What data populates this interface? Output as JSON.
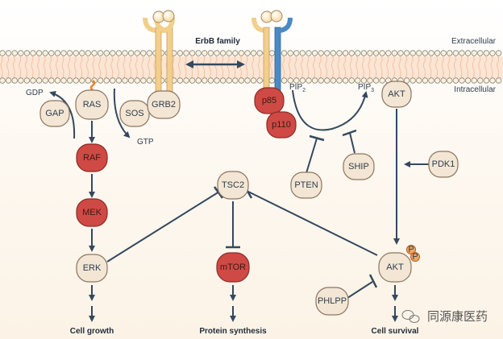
{
  "title": "ErbB signalling pathway diagram",
  "colors": {
    "edge": "#34495e",
    "node_light_fill": "#f3e6d4",
    "node_light_stroke": "#8c7560",
    "node_red_fill": "#cf4a45",
    "node_red_stroke": "#8e2a27",
    "receptor_yellow": "#f2cf8a",
    "receptor_blue": "#4a8ac4",
    "membrane_head": "#fbf2de",
    "membrane_tail": "#f7c7a6",
    "ras_anchor": "#e8822e",
    "phospho": "#f1a55f"
  },
  "labels": {
    "receptor_family": "ErbB family",
    "extracellular": "Extracellular",
    "intracellular": "Intracellular",
    "gdp": "GDP",
    "gtp": "GTP",
    "pip2": "PIP",
    "pip2_sub": "2",
    "pip3": "PIP",
    "pip3_sub": "3",
    "phospho_mark": "P",
    "watermark": "同源康医药"
  },
  "nodes": {
    "ras": "RAS",
    "gap": "GAP",
    "sos": "SOS",
    "grb2": "GRB2",
    "raf": "RAF",
    "mek": "MEK",
    "erk": "ERK",
    "p85": "p85",
    "p110": "p110",
    "pten": "PTEN",
    "ship": "SHIP",
    "akt_top": "AKT",
    "pdk1": "PDK1",
    "tsc2": "TSC2",
    "mtor": "mTOR",
    "akt_bottom": "AKT",
    "phlpp": "PHLPP"
  },
  "outcomes": {
    "growth": "Cell growth",
    "protein": "Protein synthesis",
    "survival": "Cell survival"
  }
}
